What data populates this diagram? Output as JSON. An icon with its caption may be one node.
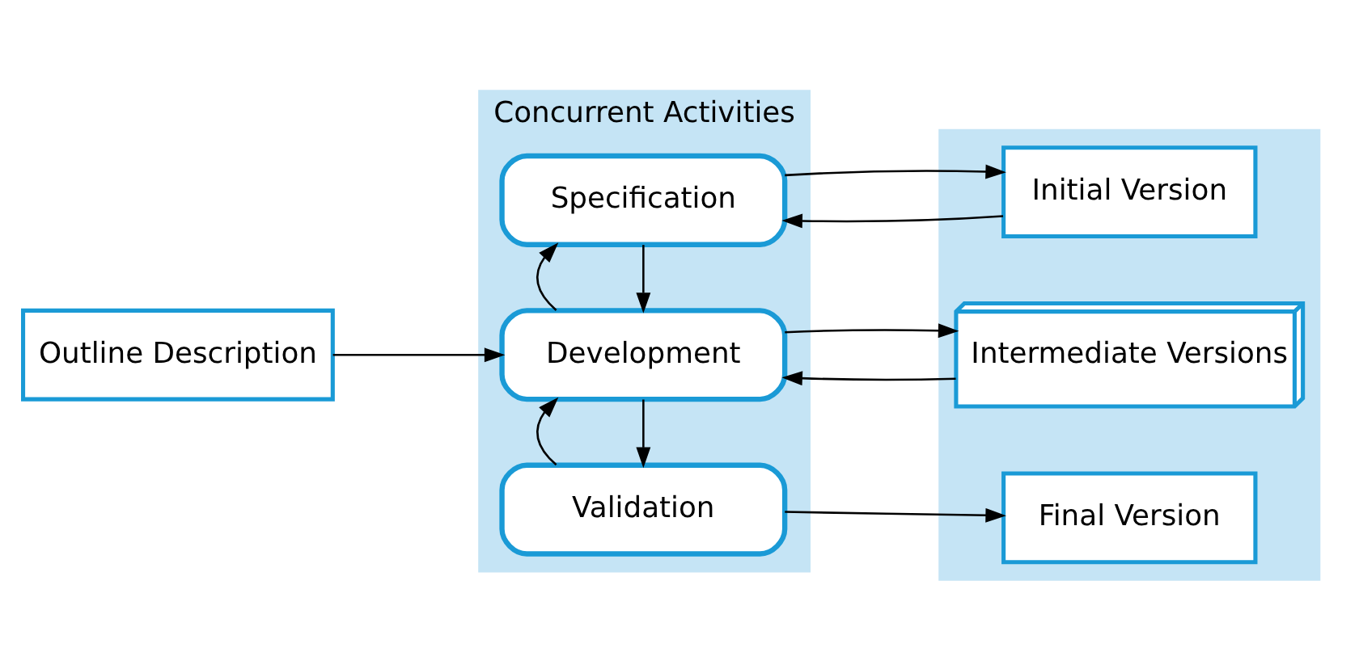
{
  "diagram": {
    "nodes": [
      {
        "text": [
          "Concurrent Activities"
        ]
      },
      {
        "text": [
          "Specification"
        ],
        "in": 0
      },
      {
        "text": [
          "Development"
        ],
        "in": 0
      },
      {
        "text": [
          "Validation"
        ],
        "in": 0
      },
      {
        "text": [
          "Outline Description"
        ]
      },
      {
        "text": [],
        "shape": "box"
      },
      {
        "text": [
          "Initial Version"
        ],
        "in": 5
      },
      {
        "text": [
          "Intermediate Versions"
        ],
        "in": 5
      },
      {
        "text": [
          "Final Version"
        ],
        "in": 5
      }
    ],
    "edges": [
      {
        "from": 4,
        "to": 2,
        "arrow": "to"
      },
      {
        "from": 1,
        "to": 2,
        "arrow": "to"
      },
      {
        "from": 2,
        "to": 1,
        "arrow": "to"
      },
      {
        "from": 2,
        "to": 3,
        "arrow": "to"
      },
      {
        "from": 3,
        "to": 2,
        "arrow": "to"
      },
      {
        "from": 1,
        "to": 6,
        "arrow": "to"
      },
      {
        "from": 6,
        "to": 1,
        "arrow": "to"
      },
      {
        "from": 2,
        "to": 7,
        "arrow": "to"
      },
      {
        "from": 7,
        "to": 2,
        "arrow": "to"
      },
      {
        "from": 3,
        "to": 8,
        "arrow": "to"
      }
    ]
  }
}
